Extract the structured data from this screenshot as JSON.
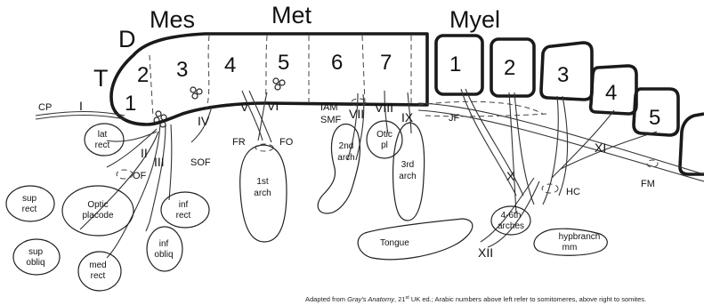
{
  "regions": {
    "mes": "Mes",
    "met": "Met",
    "myel": "Myel",
    "d": "D",
    "t": "T"
  },
  "somitomeres": [
    "1",
    "2",
    "3",
    "4",
    "5",
    "6",
    "7"
  ],
  "somites": [
    "1",
    "2",
    "3",
    "4",
    "5"
  ],
  "nerves": {
    "i": "I",
    "ii": "II",
    "iii": "III",
    "iv": "IV",
    "v": "V",
    "vi": "VI",
    "vii": "VII",
    "viii": "VIII",
    "ix": "IX",
    "x": "X",
    "xi": "XI",
    "xii": "XII"
  },
  "small_labels": {
    "cp": "CP",
    "of": "OF",
    "sof": "SOF",
    "fr": "FR",
    "fo": "FO",
    "iam": "IAM",
    "smf": "SMF",
    "jf": "JF",
    "hc": "HC",
    "fm": "FM"
  },
  "structures": {
    "lat_rect": [
      "lat",
      "rect"
    ],
    "sup_rect": [
      "sup",
      "rect"
    ],
    "optic_placode": [
      "Optic",
      "placode"
    ],
    "inf_rect": [
      "inf",
      "rect"
    ],
    "sup_obliq": [
      "sup",
      "obliq"
    ],
    "inf_obliq": [
      "inf",
      "obliq"
    ],
    "med_rect": [
      "med",
      "rect"
    ],
    "first_arch": [
      "1st",
      "arch"
    ],
    "second_arch": [
      "2nd",
      "arch"
    ],
    "otic_pl": [
      "Otic",
      "pl"
    ],
    "third_arch": [
      "3rd",
      "arch"
    ],
    "tongue": "Tongue",
    "arches_4_6": [
      "4-6th",
      "arches"
    ],
    "hypbranch": [
      "hypbranch",
      "mm"
    ]
  },
  "caption": {
    "prefix": "Adapted from ",
    "title": "Gray's Anatomy",
    "edition": ", 21",
    "superscript": "st",
    "rest": " UK ed.; Arabic numbers above left refer to somitomeres, above right to somites."
  }
}
